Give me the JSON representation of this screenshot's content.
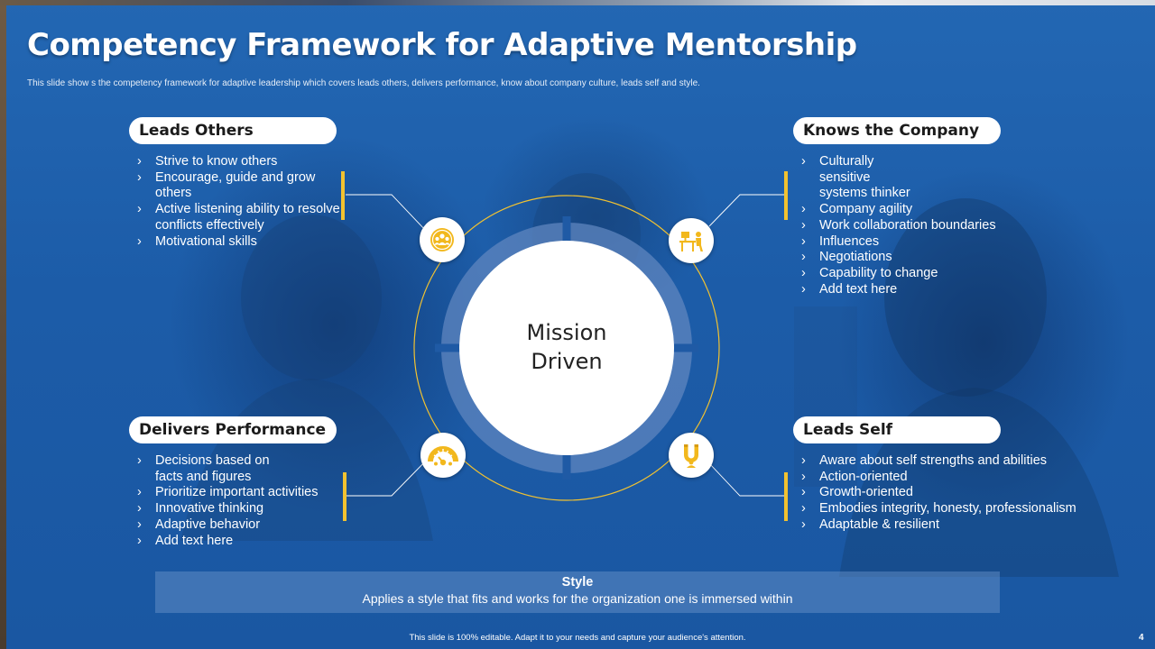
{
  "title": "Competency Framework for Adaptive Mentorship",
  "subtitle": "This slide show s the competency framework for adaptive leadership which covers leads others, delivers performance, know about company culture, leads self and style.",
  "center": {
    "line1": "Mission",
    "line2": "Driven"
  },
  "sections": {
    "leads_others": {
      "heading": "Leads Others",
      "icon": "team-icon",
      "items": [
        "Strive to know others",
        "Encourage, guide and grow others",
        "Active listening ability to resolve conflicts effectively",
        "Motivational  skills"
      ]
    },
    "knows_company": {
      "heading": "Knows the Company",
      "icon": "desk-worker-icon",
      "items": [
        "Culturally sensitive systems thinker",
        "Company agility",
        "Work collaboration boundaries",
        "Influences",
        "Negotiations",
        "Capability to change",
        "Add text here"
      ]
    },
    "delivers_performance": {
      "heading": "Delivers Performance",
      "icon": "speedometer-icon",
      "items": [
        "Decisions based on facts and figures",
        "Prioritize important activities",
        "Innovative thinking",
        "Adaptive behavior",
        "Add text here"
      ]
    },
    "leads_self": {
      "heading": "Leads Self",
      "icon": "magnet-person-icon",
      "items": [
        "Aware about self strengths and abilities",
        "Action-oriented",
        "Growth-oriented",
        "Embodies integrity, honesty, professionalism",
        "Adaptable & resilient"
      ]
    }
  },
  "style": {
    "heading": "Style",
    "description": "Applies a style that fits and works for the organization one is immersed within"
  },
  "footer": "This slide is 100% editable. Adapt it to your needs and capture your audience's attention.",
  "page_number": "4",
  "colors": {
    "background": "#1d5eaa",
    "accent": "#f2c230",
    "ring": "#5f86bf",
    "text": "#ffffff"
  }
}
